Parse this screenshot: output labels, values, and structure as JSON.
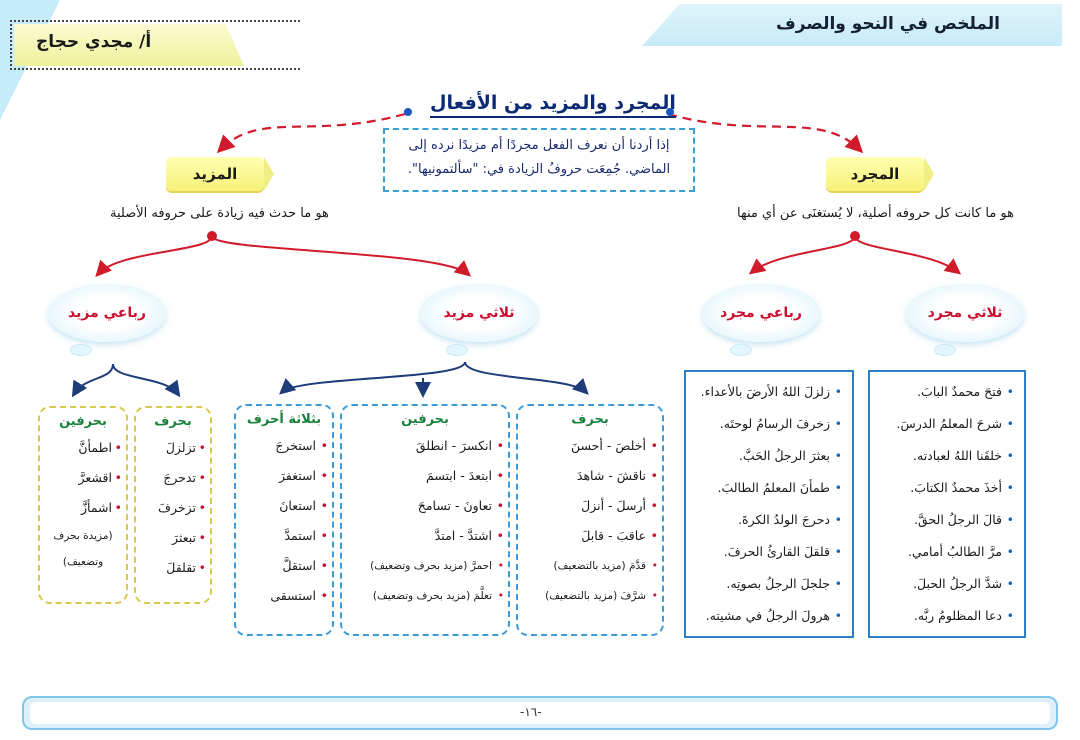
{
  "header": {
    "title": "الملخص في النحو والصرف",
    "author": "أ/ مجدي حجاج"
  },
  "main_title": "المجرد والمزيد من الأفعال",
  "intro_text": "إذا أردنا أن نعرف الفعل مجردًا أم مزيدًا نرده إلى الماضي. جُمِعَت حروفُ الزيادة في: \"سألتمونيها\".",
  "mujarrad": {
    "label": "المجرد",
    "definition": "هو ما كانت كل حروفه أصلية، لا يُستغنَى عن أي منها",
    "thulathi": {
      "label": "ثلاثي مجرد",
      "examples": [
        "فتحَ محمدٌ البابَ.",
        "شرحَ المعلمُ الدرسَ.",
        "خلقَنا اللهُ لعبادته.",
        "أخذَ محمدٌ الكتابَ.",
        "قالَ الرجلُ الحقَّ.",
        "مرَّ الطالبُ أمامي.",
        "شدَّ الرجلُ الحبلَ.",
        "دعا المظلومُ ربَّه."
      ]
    },
    "rubai": {
      "label": "رباعي مجرد",
      "examples": [
        "زلزلَ اللهُ الأرضَ بالأعداء.",
        "زخرفَ الرسامُ لوحتَه.",
        "بعثرَ الرجلُ الحَبَّ.",
        "طمأنَ المعلمُ الطالبَ.",
        "دحرجَ الولدُ الكرةَ.",
        "قلقلَ القارئُ الحرفَ.",
        "جلجلَ الرجلُ بصوتِه.",
        "هرولَ الرجلُ في مشيته."
      ]
    }
  },
  "mazid": {
    "label": "المزيد",
    "definition": "هو ما حدث فيه زيادة على حروفه الأصلية",
    "thulathi": {
      "label": "ثلاثي مزيد",
      "groups": [
        {
          "title": "بحرف",
          "items": [
            "أخلصَ - أحسنَ",
            "ناقشَ - شاهدَ",
            "أرسلَ - أنزلَ",
            "عاقبَ - قابلَ",
            "قدَّمَ (مزيد بالتضعيف)",
            "شرَّفَ (مزيد بالتضعيف)"
          ]
        },
        {
          "title": "بحرفين",
          "items": [
            "انكسرَ - انطلقَ",
            "ابتعدَ - ابتسمَ",
            "تعاونَ - تسامحَ",
            "اشتدَّ - امتدَّ",
            "احمرَّ (مزيد بحرف وتضعيف)",
            "تعلَّمَ (مزيد بحرف وتضعيف)"
          ]
        },
        {
          "title": "بثلاثة أحرف",
          "items": [
            "استخرجَ",
            "استغفرَ",
            "استعانَ",
            "استمدَّ",
            "استقلَّ",
            "استسقى"
          ]
        }
      ]
    },
    "rubai": {
      "label": "رباعي مزيد",
      "groups": [
        {
          "title": "بحرف",
          "items": [
            "تزلزلَ",
            "تدحرجَ",
            "تزخرفَ",
            "تبعثرَ",
            "تقلقلَ"
          ]
        },
        {
          "title": "بحرفين",
          "items": [
            "اطمأنَّ",
            "اقشعرَّ",
            "اشمأزَّ",
            "(مزيدة بحرف وتضعيف)"
          ]
        }
      ]
    }
  },
  "footer": {
    "page": "-١٦-"
  }
}
